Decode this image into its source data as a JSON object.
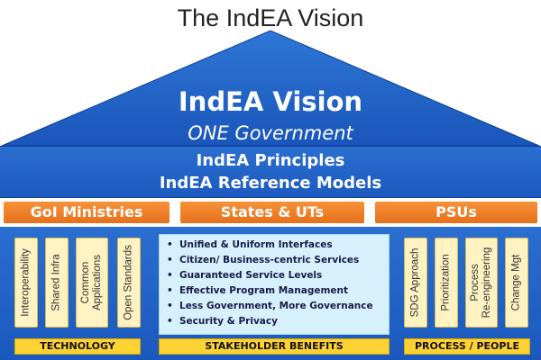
{
  "title": "The IndEA Vision",
  "roof": {
    "heading": "IndEA Vision",
    "subheading": "ONE Government"
  },
  "band": {
    "line1": "IndEA Principles",
    "line2": "IndEA Reference Models"
  },
  "segments": {
    "left": "GoI Ministries",
    "center": "States & UTs",
    "right": "PSUs"
  },
  "technology": {
    "label": "TECHNOLOGY",
    "pillars": [
      "Interoperability",
      "Shared Infra",
      "Common\nApplications",
      "Open Standards"
    ]
  },
  "stakeholder_benefits": {
    "label": "STAKEHOLDER BENEFITS",
    "items": [
      "Unified & Uniform Interfaces",
      "Citizen/ Business-centric Services",
      "Guaranteed Service Levels",
      "Effective Program Management",
      "Less Government, More Governance",
      "Security & Privacy"
    ]
  },
  "process_people": {
    "label": "PROCESS / PEOPLE",
    "pillars": [
      "SDG Approach",
      "Prioritization",
      "Process\nRe-engineering",
      "Change Mgt"
    ]
  },
  "colors": {
    "roof_blue": "#1f64c8",
    "band_blue": "#1c5abf",
    "orange": "#f08028",
    "pillar_fill": "#fff3c4",
    "benefits_fill": "#d6f1fb",
    "label_yellow": "#ffd233"
  }
}
